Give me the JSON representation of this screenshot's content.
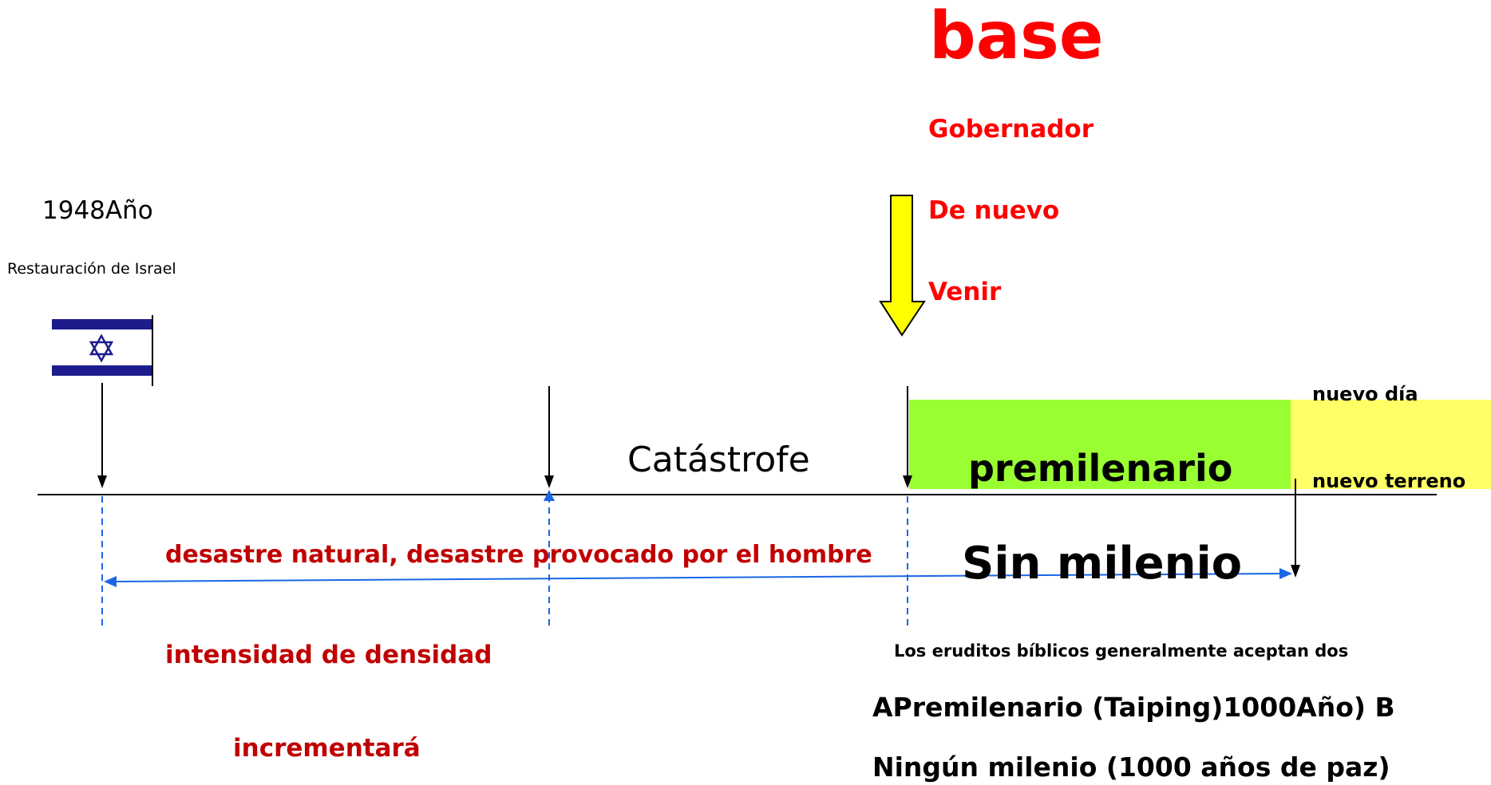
{
  "title": "base",
  "coming": {
    "line1": "Gobernador",
    "line2": "De nuevo",
    "line3": "Venir"
  },
  "israel": {
    "year": "1948Año",
    "caption": "Restauración de Israel"
  },
  "periods": {
    "tribulation": "Catástrofe",
    "premillennial": "premilenario",
    "new_day": "nuevo día",
    "new_earth": "nuevo terreno",
    "amillennial": "Sin milenio"
  },
  "disasters": {
    "line1": "desastre natural, desastre provocado por el hombre",
    "line2": "intensidad de densidad",
    "line3": "incrementará"
  },
  "scholars": {
    "intro": "Los eruditos bíblicos generalmente aceptan dos",
    "option_a": "APremilenario (Taiping)1000Año) B",
    "option_b": "Ningún milenio (1000 años de paz)"
  },
  "colors": {
    "title": "#ff0000",
    "disasters": "#c00000",
    "premillennial_block": "#99ff33",
    "new_day_block": "#ffff66",
    "coming_arrow": "#ffff00",
    "blue_lines": "#1a66e6",
    "flag_blue": "#1c1c8c"
  },
  "icons": {
    "flag": "israel-flag-icon",
    "star": "star-of-david-icon",
    "down_arrow": "yellow-down-arrow-icon"
  }
}
